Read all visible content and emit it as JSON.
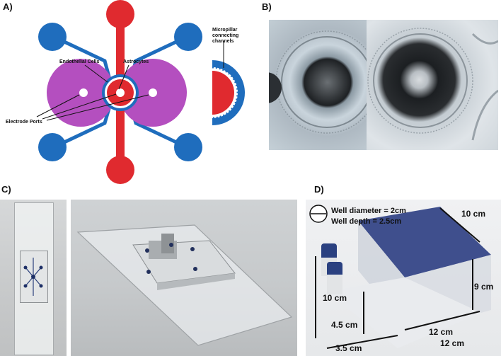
{
  "panels": {
    "a": {
      "letter": "A)",
      "labels": {
        "endothelial": "Endothelial Cells",
        "astrocytes": "Astrocytes",
        "electrode_ports": "Electrode Ports",
        "micropillar_line1": "Micropillar",
        "micropillar_line2": "connecting",
        "micropillar_line3": "channels"
      },
      "colors": {
        "red": "#e02a2f",
        "blue": "#1f6dbd",
        "purple": "#b44fbf"
      }
    },
    "b": {
      "letter": "B)"
    },
    "c": {
      "letter": "C)"
    },
    "d": {
      "letter": "D)",
      "labels": {
        "well_diameter": "Well diameter = 2cm",
        "well_depth": "Well depth = 2.5cm",
        "top_width": "10 cm",
        "right_height": "9 cm",
        "left_height": "10 cm",
        "inner_height": "4.5 cm",
        "front_length": "12 cm",
        "bottom_length": "12 cm",
        "bottom_depth": "3.5 cm"
      }
    }
  }
}
